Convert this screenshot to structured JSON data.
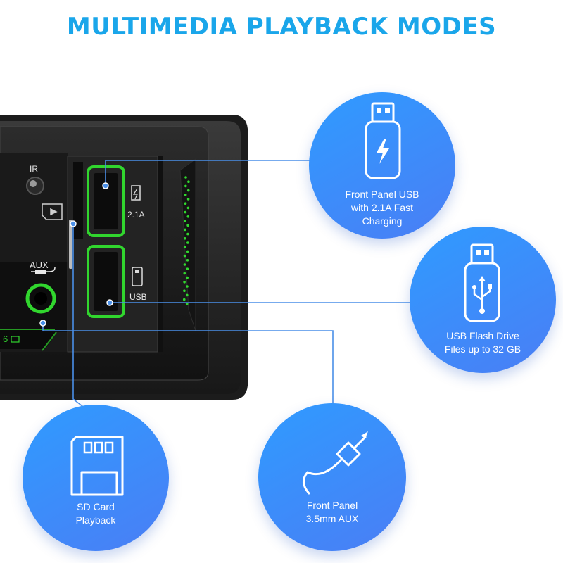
{
  "title": "MULTIMEDIA PLAYBACK MODES",
  "panel": {
    "ir_label": "IR",
    "aux_label": "AUX",
    "usb_charge_label": "2.1A",
    "usb_label": "USB",
    "corner_digit": "6"
  },
  "features": [
    {
      "icon": "usb-charging-icon",
      "lines": [
        "Front Panel USB",
        "with 2.1A Fast",
        "Charging"
      ]
    },
    {
      "icon": "usb-flash-drive-icon",
      "lines": [
        "USB Flash Drive",
        "Files up to 32 GB"
      ]
    },
    {
      "icon": "sd-card-icon",
      "lines": [
        "SD Card",
        "Playback"
      ]
    },
    {
      "icon": "aux-cable-icon",
      "lines": [
        "Front Panel",
        "3.5mm AUX"
      ]
    }
  ],
  "colors": {
    "accent": "#1aa6ea",
    "bubble": "#3d8cf8",
    "led_green": "#31d62e"
  }
}
